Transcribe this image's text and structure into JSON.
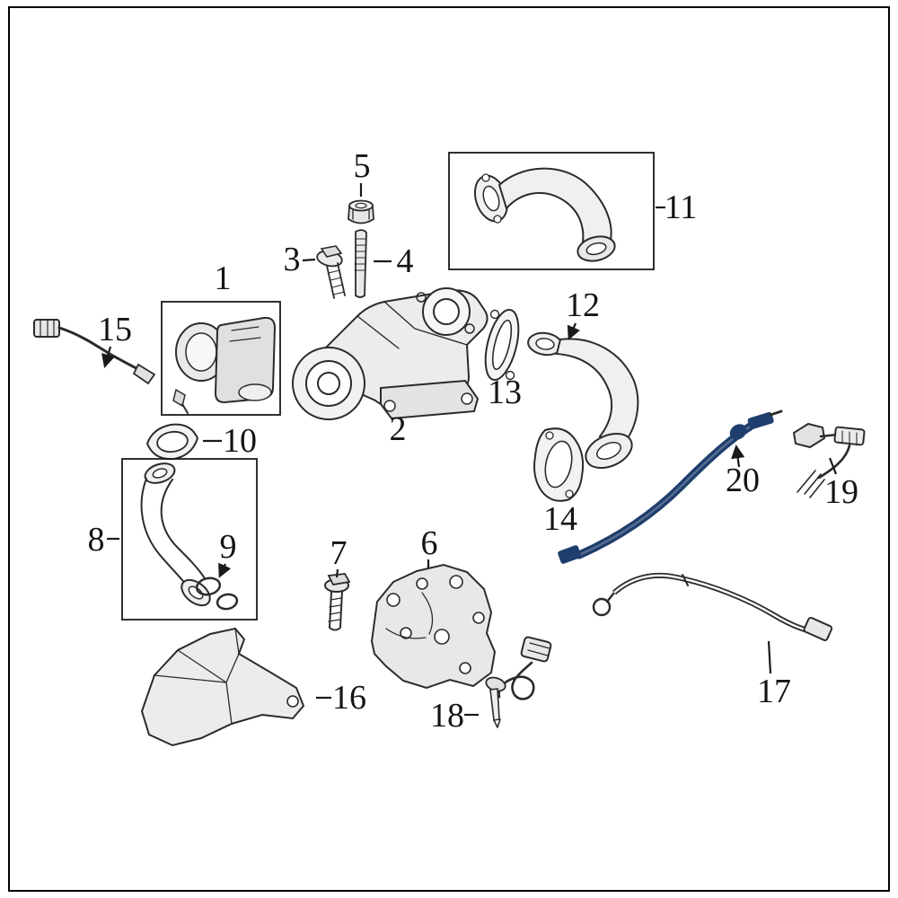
{
  "figure": {
    "kind": "exploded-parts-diagram",
    "background_color": "#ffffff",
    "line_color": "#2b2b2b",
    "highlight_color": "#1f3e6d",
    "highlighted_callout": "20",
    "callouts": [
      {
        "n": "1"
      },
      {
        "n": "2"
      },
      {
        "n": "3"
      },
      {
        "n": "4"
      },
      {
        "n": "5"
      },
      {
        "n": "6"
      },
      {
        "n": "7"
      },
      {
        "n": "8"
      },
      {
        "n": "9"
      },
      {
        "n": "10"
      },
      {
        "n": "11"
      },
      {
        "n": "12"
      },
      {
        "n": "13"
      },
      {
        "n": "14"
      },
      {
        "n": "15"
      },
      {
        "n": "16"
      },
      {
        "n": "17"
      },
      {
        "n": "18"
      },
      {
        "n": "19"
      },
      {
        "n": "20"
      }
    ]
  }
}
